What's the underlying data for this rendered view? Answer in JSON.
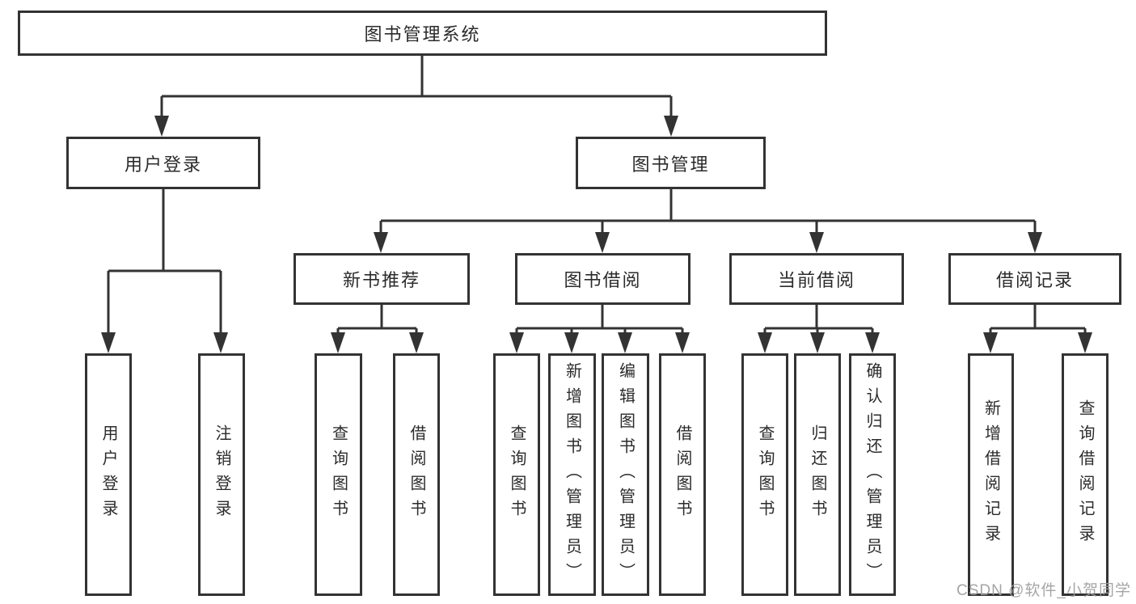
{
  "diagram": {
    "root": {
      "label": "图书管理系统"
    },
    "branches": {
      "user_login": {
        "label": "用户登录",
        "children": {
          "login": {
            "label": "用户登录"
          },
          "logout": {
            "label": "注销登录"
          }
        }
      },
      "book_mgmt": {
        "label": "图书管理",
        "sections": {
          "new_book_rec": {
            "label": "新书推荐",
            "children": {
              "query_books": {
                "label": "查询图书"
              },
              "borrow_books": {
                "label": "借阅图书"
              }
            }
          },
          "book_borrow": {
            "label": "图书借阅",
            "children": {
              "query_books": {
                "label": "查询图书"
              },
              "add_book": {
                "label": "新增图书（管理员）"
              },
              "edit_book": {
                "label": "编辑图书（管理员）"
              },
              "borrow_books": {
                "label": "借阅图书"
              }
            }
          },
          "current_borrow": {
            "label": "当前借阅",
            "children": {
              "query_books": {
                "label": "查询图书"
              },
              "return_book": {
                "label": "归还图书"
              },
              "confirm_return": {
                "label": "确认归还（管理员）"
              }
            }
          },
          "borrow_records": {
            "label": "借阅记录",
            "children": {
              "add_record": {
                "label": "新增借阅记录"
              },
              "query_record": {
                "label": "查询借阅记录"
              }
            }
          }
        }
      }
    }
  },
  "watermark": {
    "text": "CSDN @软件_小贺同学"
  },
  "colors": {
    "line": "#333333",
    "box_border": "#333333",
    "text": "#2b2b2b",
    "background": "#ffffff",
    "watermark": "#9e9e9e"
  }
}
